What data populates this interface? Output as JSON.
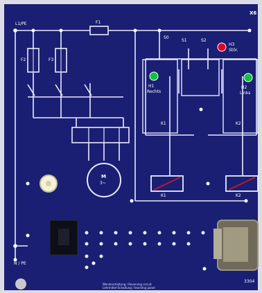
{
  "labels": {
    "corner_mark": "X6",
    "supply_top": "L1/PE",
    "supply_bottom": "N / PE",
    "fuse_top": "F1",
    "fuse_1": "F2",
    "fuse_2": "F3",
    "stop_button": "S0",
    "start_button_1": "S1",
    "start_button_2": "S2",
    "lamp_fault": "H3",
    "lamp_left": "H1",
    "lamp_right": "H2",
    "contactor_1": "K1",
    "contactor_2": "K2",
    "motor": "M",
    "motor_sub": "3~",
    "coil_1": "K1",
    "coil_2": "K2",
    "fault_label": "Stör.",
    "lamp_left_text": "Rechts",
    "lamp_right_text": "Links",
    "panel_id": "3304"
  },
  "footer_lines": [
    "Wendeschaltung / Reversing circuit",
    "Lehrmittel-Schaltung / teaching panel"
  ],
  "colors": {
    "panel": "#1a1f73",
    "panel_border": "#d9d9e8",
    "wire": "#e9ecff",
    "lamp_red": "#e0002a",
    "lamp_green": "#10c040",
    "coil_red": "#c0182a",
    "terminal": "#eef0ff"
  }
}
